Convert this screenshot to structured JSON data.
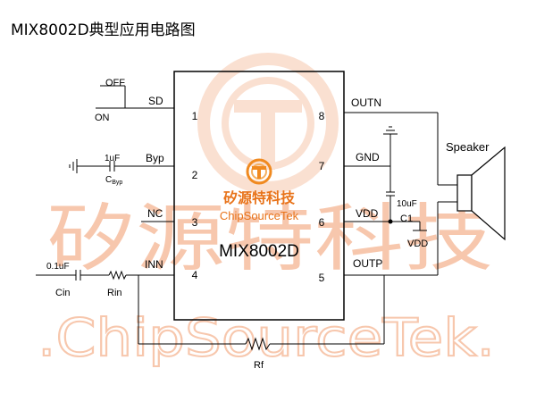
{
  "title": "MIX8002D典型应用电路图",
  "watermark": {
    "chinese": "矽源特科技",
    "english": ".ChipSourceTek."
  },
  "logo": {
    "chinese": "矽源特科技",
    "english": "ChipSourceTek"
  },
  "chip": {
    "name": "MIX8002D",
    "pins": [
      {
        "number": "1",
        "name": "SD"
      },
      {
        "number": "2",
        "name": "Byp"
      },
      {
        "number": "3",
        "name": "NC"
      },
      {
        "number": "4",
        "name": "INN"
      },
      {
        "number": "5",
        "name": "OUTP"
      },
      {
        "number": "6",
        "name": "VDD"
      },
      {
        "number": "7",
        "name": "GND"
      },
      {
        "number": "8",
        "name": "OUTN"
      }
    ]
  },
  "switch": {
    "off": "OFF",
    "on": "ON"
  },
  "components": {
    "c_byp_value": "1uF",
    "c_byp_name": "C",
    "c_byp_sub": "Byp",
    "cin_value": "0.1uF",
    "cin_name": "Cin",
    "rin_name": "Rin",
    "rf_name": "Rf",
    "c1_value": "10uF",
    "c1_name": "C1",
    "vdd_label": "VDD"
  },
  "speaker": {
    "label": "Speaker"
  },
  "colors": {
    "wire": "#000000",
    "watermark": "#f7c7ad",
    "logo_orange": "#f08a20",
    "logo_text": "#e8731a"
  }
}
